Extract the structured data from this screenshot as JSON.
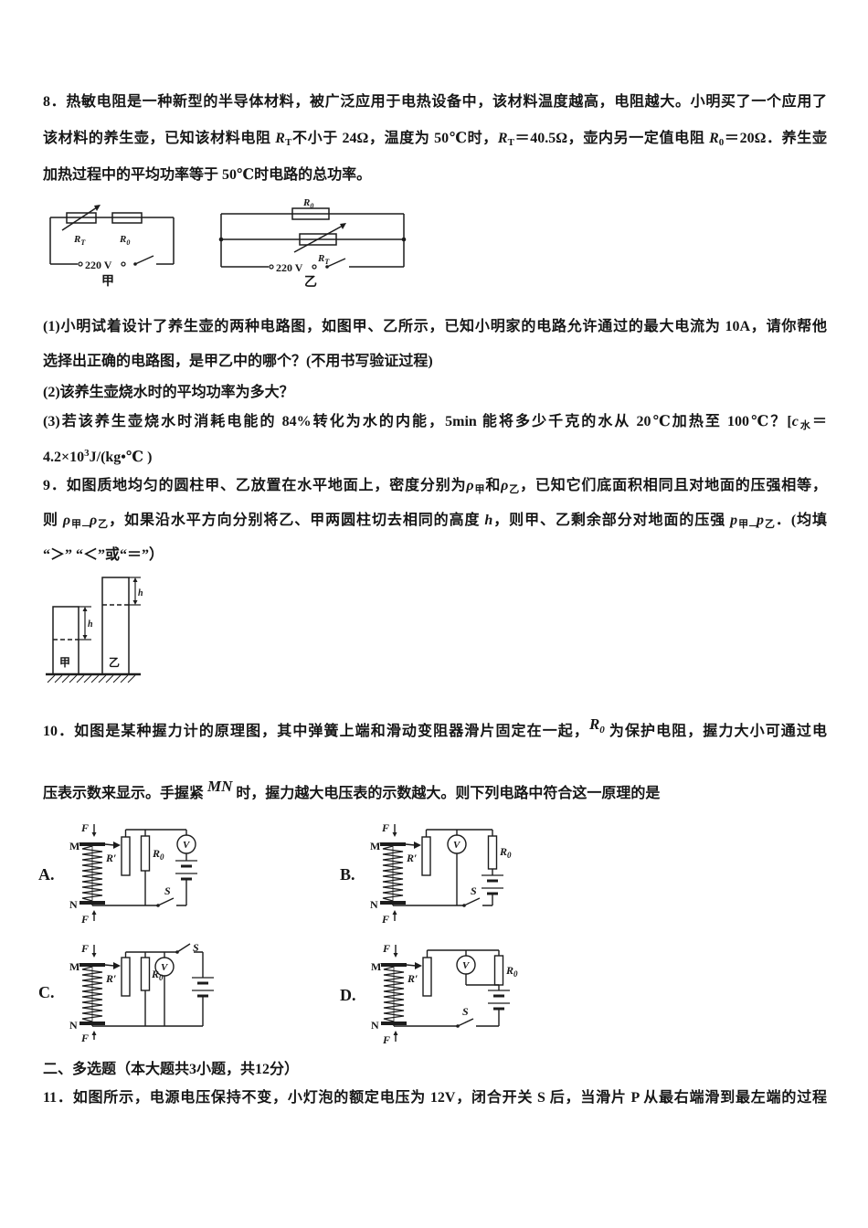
{
  "meta": {
    "background": "#ffffff",
    "ink": "#161616"
  },
  "sym": {
    "M": "M",
    "N": "N",
    "F": "F",
    "S": "S",
    "V": "V",
    "h": "h",
    "R": "R",
    "subT": "T",
    "sub0": "0",
    "Rprime": "R′",
    "v220": "220 V",
    "jia": "甲",
    "yi": "乙"
  },
  "q8": {
    "para": [
      [
        {
          "t": "8．热敏电阻是一种新型的半导体材料，被广泛应用于电热设备中，该材料温度越高，电阻越大。小明买了一个应用了",
          "f": "n"
        }
      ],
      [
        {
          "t": "该材料的养生壶，已知该材料电阻 ",
          "f": "n"
        },
        {
          "t": "R",
          "f": "i"
        },
        {
          "t": "T",
          "f": "s"
        },
        {
          "t": "不小于 24Ω，温度为 50℃时，",
          "f": "n"
        },
        {
          "t": "R",
          "f": "i"
        },
        {
          "t": "T",
          "f": "s"
        },
        {
          "t": "＝40.5Ω，壶内另一定值电阻 ",
          "f": "n"
        },
        {
          "t": "R",
          "f": "i"
        },
        {
          "t": "0",
          "f": "s"
        },
        {
          "t": "＝20Ω．养生壶",
          "f": "n"
        }
      ],
      [
        {
          "t": "加热过程中的平均功率等于 50℃时电路的总功率。",
          "f": "n"
        }
      ]
    ],
    "sub": [
      [
        {
          "t": "(1)小明试着设计了养生壶的两种电路图，如图甲、乙所示，已知小明家的电路允许通过的最大电流为 10A，请你帮他",
          "f": "n"
        }
      ],
      [
        {
          "t": "选择出正确的电路图，是甲乙中的哪个？(不用书写验证过程)",
          "f": "n"
        }
      ],
      [
        {
          "t": "(2)该养生壶烧水时的平均功率为多大？",
          "f": "n"
        }
      ],
      [
        {
          "t": "(3)若该养生壶烧水时消耗电能的 84%转化为水的内能，5min 能将多少千克的水从 20℃加热至 100℃？[",
          "f": "n"
        },
        {
          "t": "c",
          "f": "i"
        },
        {
          "t": "水",
          "f": "s"
        },
        {
          "t": "＝",
          "f": "n"
        }
      ],
      [
        {
          "t": "4.2×10",
          "f": "n"
        },
        {
          "t": "3",
          "f": "p"
        },
        {
          "t": "J/(kg•℃ )",
          "f": "n"
        }
      ]
    ]
  },
  "q9": {
    "para": [
      [
        {
          "t": "9．如图质地均匀的圆柱甲、乙放置在水平地面上，密度分别为",
          "f": "n"
        },
        {
          "t": "ρ",
          "f": "i"
        },
        {
          "t": "甲",
          "f": "s"
        },
        {
          "t": "和",
          "f": "n"
        },
        {
          "t": "ρ",
          "f": "i"
        },
        {
          "t": "乙",
          "f": "s"
        },
        {
          "t": "，已知它们底面积相同且对地面的压强相等，",
          "f": "n"
        }
      ],
      [
        {
          "t": "则 ",
          "f": "n"
        },
        {
          "t": "ρ",
          "f": "i"
        },
        {
          "t": "甲",
          "f": "s"
        },
        {
          "t": "_",
          "f": "n"
        },
        {
          "t": "ρ",
          "f": "i"
        },
        {
          "t": "乙",
          "f": "s"
        },
        {
          "t": "，如果沿水平方向分别将乙、甲两圆柱切去相同的高度 ",
          "f": "n"
        },
        {
          "t": "h",
          "f": "i"
        },
        {
          "t": "，则甲、乙剩余部分对地面的压强 ",
          "f": "n"
        },
        {
          "t": "p",
          "f": "i"
        },
        {
          "t": "甲",
          "f": "s"
        },
        {
          "t": "_",
          "f": "n"
        },
        {
          "t": "p",
          "f": "i"
        },
        {
          "t": "乙",
          "f": "s"
        },
        {
          "t": "．(均填",
          "f": "n"
        }
      ],
      [
        {
          "t": "“＞” “＜”或“＝”）",
          "f": "n"
        }
      ]
    ]
  },
  "q10": {
    "para": [
      [
        {
          "t": "10．如图是某种握力计的原理图，其中弹簧上端和滑动变阻器滑片固定在一起，",
          "f": "n"
        },
        {
          "t": "R",
          "f": "ri"
        },
        {
          "t": "0",
          "f": "rs"
        },
        {
          "t": " 为保护电阻，握力大小可通过电",
          "f": "n"
        }
      ],
      [
        {
          "t": "压表示数来显示。手握紧 ",
          "f": "n"
        },
        {
          "t": "MN",
          "f": "ri"
        },
        {
          "t": " 时，握力越大电压表的示数越大。则下列电路中符合这一原理的是",
          "f": "n"
        }
      ]
    ],
    "options": [
      {
        "label": "A."
      },
      {
        "label": "B."
      },
      {
        "label": "C."
      },
      {
        "label": "D."
      }
    ]
  },
  "section2": {
    "title": "二、多选题（本大题共3小题，共12分）"
  },
  "q11": {
    "line": [
      [
        {
          "t": "11．如图所示，电源电压保持不变，小灯泡的额定电压为 12V，闭合开关 S 后，当滑片 P 从最右端滑到最左端的过程",
          "f": "n"
        }
      ]
    ]
  }
}
